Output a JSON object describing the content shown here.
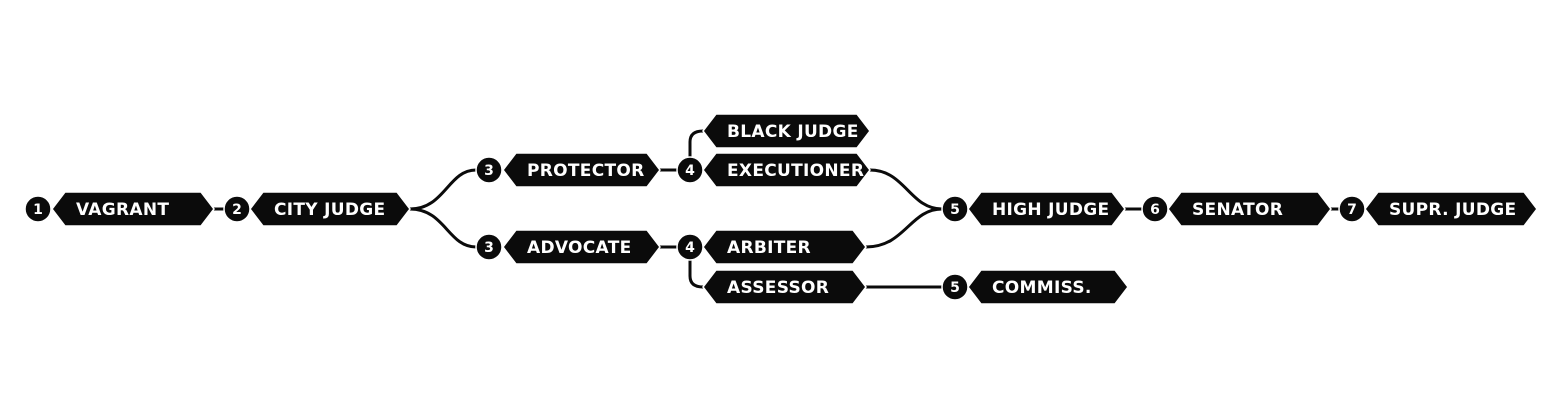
{
  "nodes": [
    {
      "id": "vagrant",
      "level": "1",
      "label": "VAGRANT"
    },
    {
      "id": "city-judge",
      "level": "2",
      "label": "CITY JUDGE"
    },
    {
      "id": "protector",
      "level": "3",
      "label": "PROTECTOR"
    },
    {
      "id": "advocate",
      "level": "3",
      "label": "ADVOCATE"
    },
    {
      "id": "black-judge",
      "level": "",
      "label": "BLACK JUDGE"
    },
    {
      "id": "executioner",
      "level": "4",
      "label": "EXECUTIONER"
    },
    {
      "id": "arbiter",
      "level": "4",
      "label": "ARBITER"
    },
    {
      "id": "assessor",
      "level": "",
      "label": "ASSESSOR"
    },
    {
      "id": "high-judge",
      "level": "5",
      "label": "HIGH JUDGE"
    },
    {
      "id": "commiss",
      "level": "5",
      "label": "COMMISS."
    },
    {
      "id": "senator",
      "level": "6",
      "label": "SENATOR"
    },
    {
      "id": "supr-judge",
      "level": "7",
      "label": "SUPR. JUDGE"
    }
  ],
  "colors": {
    "node_fill": "#0b0b0b",
    "node_text": "#ffffff",
    "connector": "#0b0b0b"
  }
}
